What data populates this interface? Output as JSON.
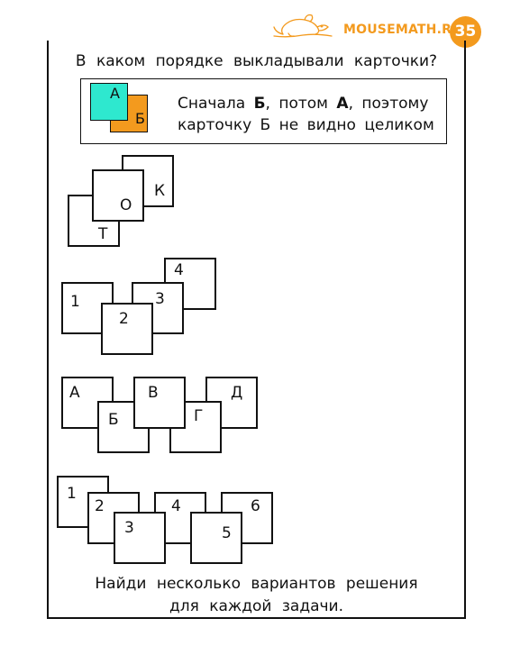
{
  "header": {
    "brand": "MOUSEMATH.RU",
    "page_number": "35",
    "mouse_icon": "mouse-logo-icon",
    "accent_color": "#f39a1e"
  },
  "question": "В каком порядке выкладывали карточки?",
  "example": {
    "card_top_label": "А",
    "card_bottom_label": "Б",
    "card_top_color": "#2ee8cf",
    "card_bottom_color": "#f39a1e",
    "text_part1": "Сначала ",
    "text_b": "Б",
    "text_part2": ", потом ",
    "text_a": "А",
    "text_part3": ", поэтому карточку Б не видно целиком"
  },
  "tasks": {
    "task1": [
      "К",
      "О",
      "Т"
    ],
    "task2": [
      "4",
      "3",
      "1",
      "2"
    ],
    "task3": [
      "А",
      "Б",
      "В",
      "Г",
      "Д"
    ],
    "task4": [
      "1",
      "2",
      "3",
      "4",
      "6",
      "5"
    ]
  },
  "footer": {
    "line1": "Найди несколько вариантов решения",
    "line2": "для каждой задачи."
  }
}
